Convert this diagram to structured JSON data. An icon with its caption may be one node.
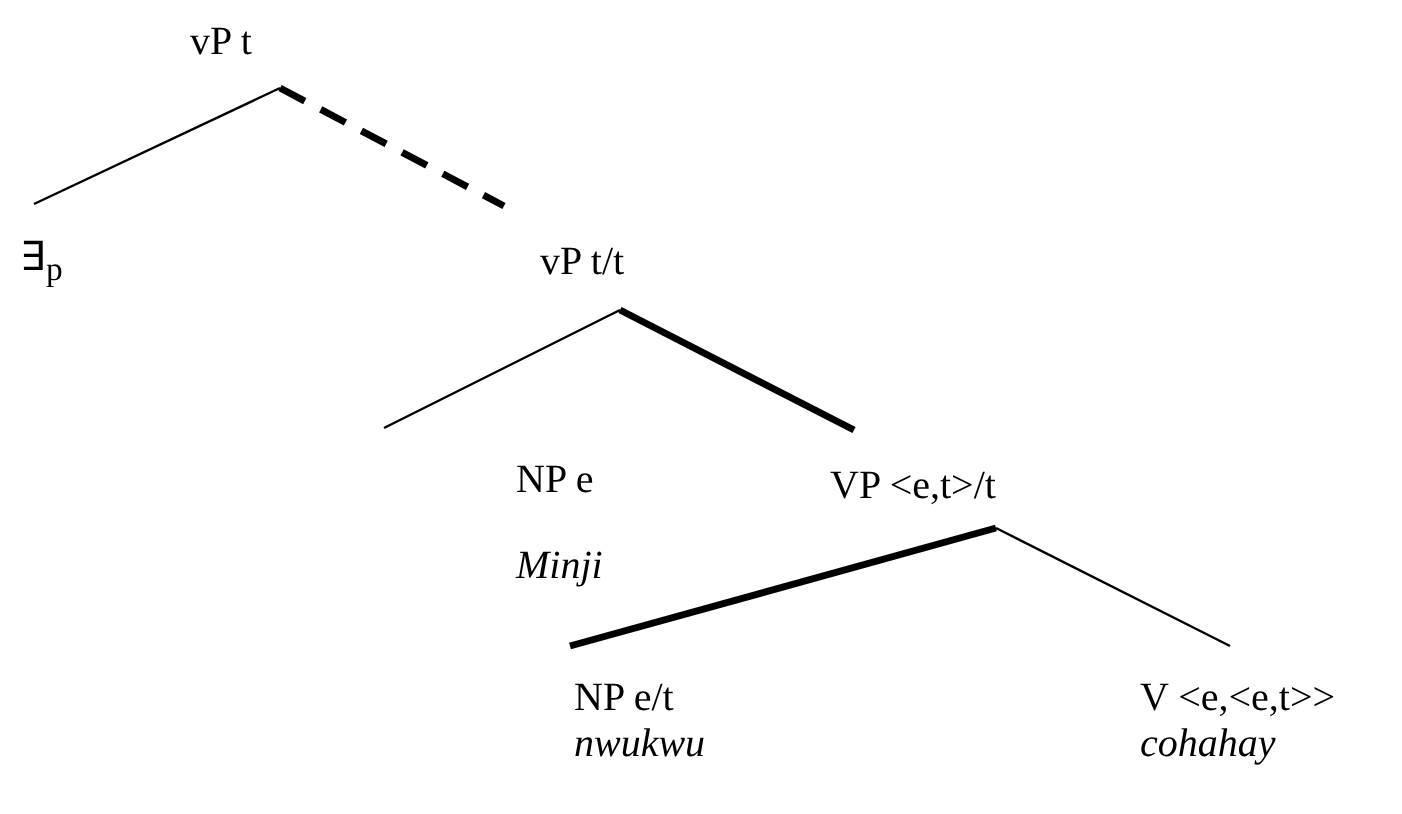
{
  "diagram": {
    "nodes": [
      {
        "text": [
          "vP t"
        ]
      },
      {
        "text": [
          "∃$_{p}$"
        ]
      },
      {
        "text": [
          "vP t/t"
        ]
      },
      {
        "text": [
          "NP e",
          "Minji"
        ]
      },
      {
        "text": [
          "VP <e,t>/t"
        ]
      },
      {
        "text": [
          "NP e/t",
          "nwukwu"
        ]
      },
      {
        "text": [
          "V <e,<e,t>>",
          "cohahay"
        ]
      }
    ],
    "edges": [
      {
        "from": 0,
        "to": 1,
        "arrow": "none"
      },
      {
        "from": 0,
        "to": 2,
        "arrow": "none",
        "style": "dashed"
      },
      {
        "from": 2,
        "to": 3,
        "arrow": "none"
      },
      {
        "from": 2,
        "to": 4,
        "arrow": "none",
        "style": "thick"
      },
      {
        "from": 4,
        "to": 5,
        "arrow": "none",
        "style": "thick"
      },
      {
        "from": 4,
        "to": 6,
        "arrow": "none"
      }
    ]
  }
}
